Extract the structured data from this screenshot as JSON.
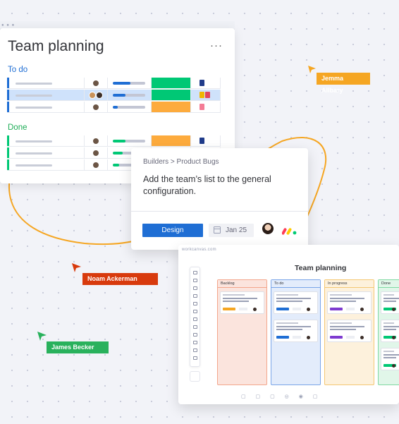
{
  "board": {
    "title": "Team planning",
    "menu_label": "···",
    "groups": [
      {
        "title": "To do",
        "color": "#1f6ed4",
        "rows": [
          {
            "progress": 0.55,
            "progress_color": "#1f6ed4",
            "status_color": "#00c875",
            "files": [
              "#1f3b8a"
            ],
            "avatars": 1
          },
          {
            "progress": 0.4,
            "progress_color": "#1f6ed4",
            "status_color": "#00c875",
            "files": [
              "#f0b500",
              "#e2445c"
            ],
            "avatars": 2,
            "selected": true
          },
          {
            "progress": 0.15,
            "progress_color": "#1f6ed4",
            "status_color": "#fdab3d",
            "files": [
              "#f47c95"
            ],
            "avatars": 1
          }
        ]
      },
      {
        "title": "Done",
        "color": "#00c875",
        "rows": [
          {
            "progress": 0.4,
            "progress_color": "#00c875",
            "status_color": "#fdab3d",
            "files": [
              "#1f3b8a"
            ],
            "avatars": 1
          },
          {
            "progress": 0.3,
            "progress_color": "#00c875",
            "status_color": "",
            "files": [],
            "avatars": 1
          },
          {
            "progress": 0.2,
            "progress_color": "#00c875",
            "status_color": "",
            "files": [],
            "avatars": 1
          }
        ]
      }
    ]
  },
  "card": {
    "breadcrumb": "Builders > Product Bugs",
    "text": "Add the team’s list to the general configuration.",
    "tag_label": "Design",
    "tag_color": "#1f6ed4",
    "date": "Jan 25",
    "calendar_icon": "calendar-icon"
  },
  "collaborators": [
    {
      "name": "Jemma Allbary",
      "color": "#f5a623"
    },
    {
      "name": "Noam Ackerman",
      "color": "#d83a0d"
    },
    {
      "name": "James Becker",
      "color": "#29b15c"
    }
  ],
  "canvas": {
    "brand": "workcanvas.com",
    "title": "Team planning",
    "columns": [
      {
        "label": "Backlog",
        "color": "#fbe4dd",
        "border": "#f3a68c",
        "cards": 1
      },
      {
        "label": "To do",
        "color": "#e3ecfb",
        "border": "#7aa5e8",
        "cards": 2
      },
      {
        "label": "In progress",
        "color": "#fdf1dc",
        "border": "#f4c774",
        "cards": 2
      },
      {
        "label": "Done",
        "color": "#e1f6e9",
        "border": "#80d9a2",
        "cards": 3
      }
    ]
  }
}
